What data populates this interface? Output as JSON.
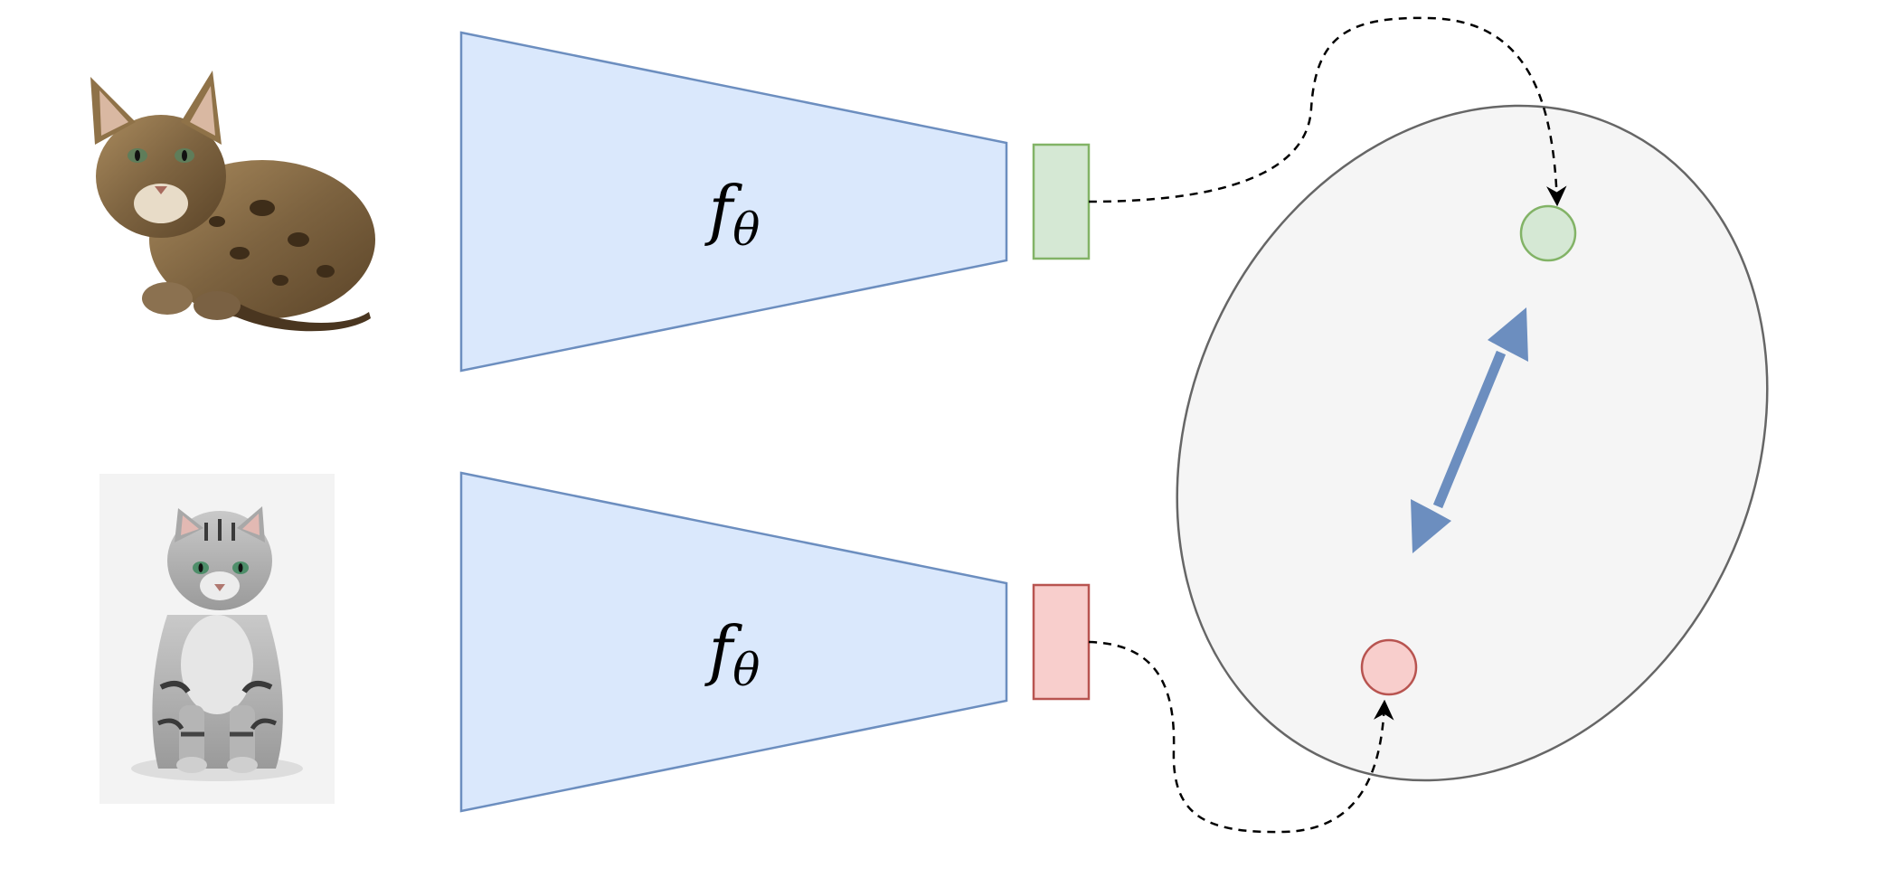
{
  "encoders": [
    {
      "label": "f",
      "subscript": "θ",
      "fill": "#dae8fc",
      "stroke": "#6c8ebf"
    },
    {
      "label": "f",
      "subscript": "θ",
      "fill": "#dae8fc",
      "stroke": "#6c8ebf"
    }
  ],
  "embeddings": [
    {
      "name": "green-embedding",
      "fill": "#d5e8d4",
      "stroke": "#82b366"
    },
    {
      "name": "red-embedding",
      "fill": "#f8cecc",
      "stroke": "#b85450"
    }
  ],
  "latent_space": {
    "fill": "#f5f5f5",
    "stroke": "#666666"
  },
  "distance_arrow": {
    "color": "#6c8ebf"
  },
  "images": [
    {
      "name": "brown-tabby-kitten"
    },
    {
      "name": "silver-tabby-cat"
    }
  ]
}
